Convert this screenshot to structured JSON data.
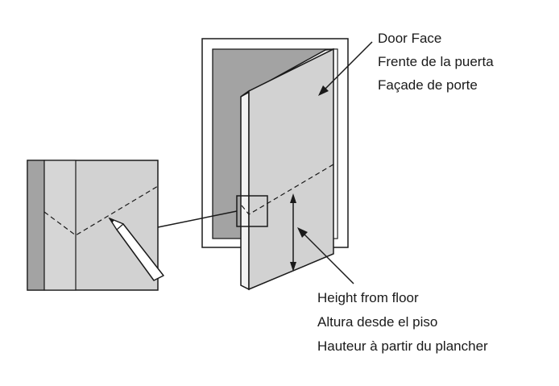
{
  "labels": {
    "door_face": {
      "en": "Door Face",
      "es": "Frente de la puerta",
      "fr": "Façade de porte"
    },
    "height": {
      "en": "Height from floor",
      "es": "Altura desde el piso",
      "fr": "Hauteur à partir du plancher"
    }
  },
  "colors": {
    "door_face": "#d2d2d2",
    "door_edge": "#f2f2f2",
    "frame_opening": "#a3a3a3",
    "frame": "#ffffff",
    "outline": "#1a1a1a"
  }
}
